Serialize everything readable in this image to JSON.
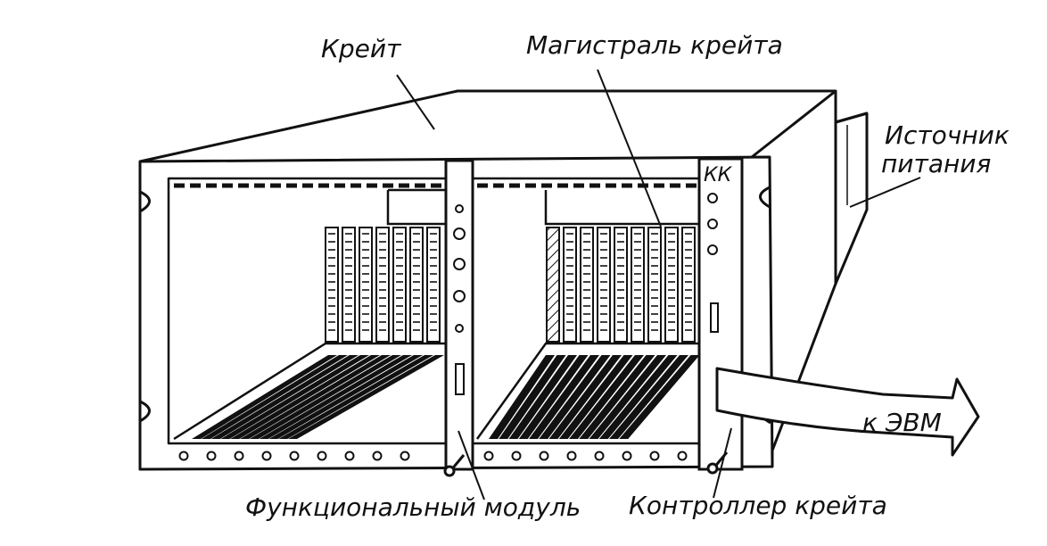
{
  "labels": {
    "crate": "Крейт",
    "crate_bus": "Магистраль крейта",
    "power_source_line1": "Источник",
    "power_source_line2": "питания",
    "crate_controller_short": "КК",
    "to_computer": "к ЭВМ",
    "functional_module": "Функциональный модуль",
    "crate_controller": "Контроллер крейта"
  },
  "colors": {
    "ink": "#111111",
    "paper": "#ffffff"
  }
}
